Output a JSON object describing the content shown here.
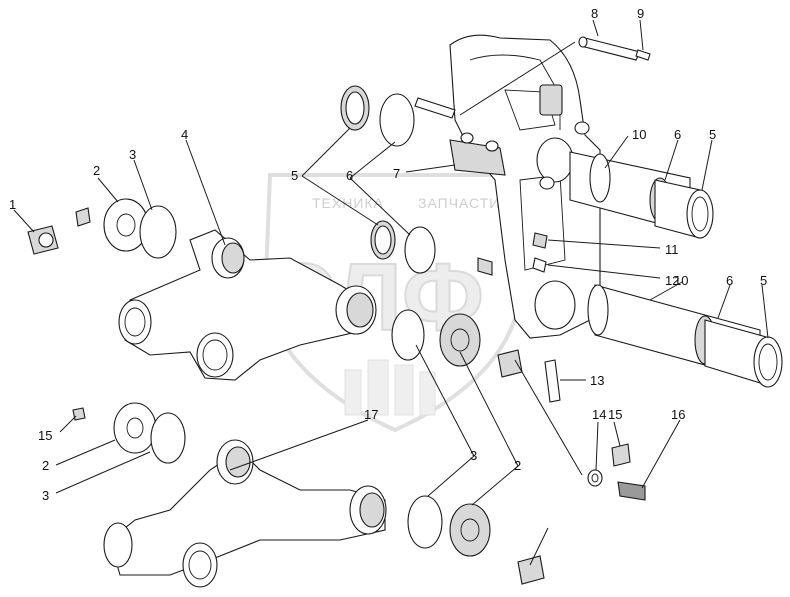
{
  "watermark": {
    "left_word": "ТЕХНИКА",
    "right_word": "ЗАПЧАСТИ",
    "logo_letters": "ЭЛФ"
  },
  "callouts": [
    {
      "id": "c1",
      "text": "1"
    },
    {
      "id": "c2a",
      "text": "2"
    },
    {
      "id": "c3a",
      "text": "3"
    },
    {
      "id": "c4",
      "text": "4"
    },
    {
      "id": "c5a",
      "text": "5"
    },
    {
      "id": "c6a",
      "text": "6"
    },
    {
      "id": "c7",
      "text": "7"
    },
    {
      "id": "c8",
      "text": "8"
    },
    {
      "id": "c9",
      "text": "9"
    },
    {
      "id": "c10a",
      "text": "10"
    },
    {
      "id": "c6b",
      "text": "6"
    },
    {
      "id": "c5b",
      "text": "5"
    },
    {
      "id": "c11",
      "text": "11"
    },
    {
      "id": "c12",
      "text": "12"
    },
    {
      "id": "c10b",
      "text": "10"
    },
    {
      "id": "c6c",
      "text": "6"
    },
    {
      "id": "c5c",
      "text": "5"
    },
    {
      "id": "c13",
      "text": "13"
    },
    {
      "id": "c14",
      "text": "14"
    },
    {
      "id": "c15a",
      "text": "15"
    },
    {
      "id": "c16",
      "text": "16"
    },
    {
      "id": "c17",
      "text": "17"
    },
    {
      "id": "c15b",
      "text": "15"
    },
    {
      "id": "c2b",
      "text": "2"
    },
    {
      "id": "c3b",
      "text": "3"
    },
    {
      "id": "c3c",
      "text": "3"
    },
    {
      "id": "c2c",
      "text": "2"
    }
  ]
}
